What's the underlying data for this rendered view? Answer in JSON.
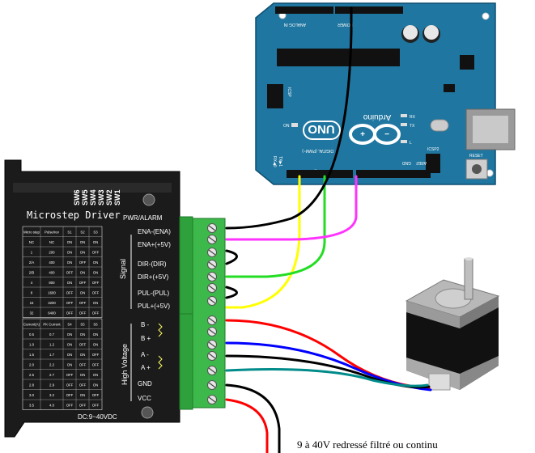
{
  "driver": {
    "title": "Microstep Driver",
    "switch_labels": [
      "SW6",
      "SW5",
      "SW4",
      "SW3",
      "SW2",
      "SW1"
    ],
    "pwr_alarm": "PWR/ALARM",
    "signal_label": "Signal",
    "high_voltage_label": "High Voltage",
    "voltage_range": "DC:9~40VDC",
    "terminals": [
      "ENA-(ENA)",
      "ENA+(+5V)",
      "DIR-(DIR)",
      "DIR+(+5V)",
      "PUL-(PUL)",
      "PUL+(+5V)",
      "B -",
      "B +",
      "A -",
      "A +",
      "GND",
      "VCC"
    ],
    "micro_table": {
      "headers": [
        "Micro step",
        "Pulse/rev",
        "S1",
        "S2",
        "S3"
      ],
      "rows": [
        [
          "NC",
          "NC",
          "ON",
          "ON",
          "ON"
        ],
        [
          "1",
          "200",
          "ON",
          "ON",
          "OFF"
        ],
        [
          "2/A",
          "400",
          "ON",
          "OFF",
          "ON"
        ],
        [
          "2/B",
          "400",
          "OFF",
          "ON",
          "ON"
        ],
        [
          "4",
          "800",
          "ON",
          "OFF",
          "OFF"
        ],
        [
          "8",
          "1600",
          "OFF",
          "ON",
          "OFF"
        ],
        [
          "16",
          "3200",
          "OFF",
          "OFF",
          "ON"
        ],
        [
          "32",
          "6400",
          "OFF",
          "OFF",
          "OFF"
        ]
      ]
    },
    "current_table": {
      "headers": [
        "Current(A)",
        "PK Current",
        "S4",
        "S5",
        "S6"
      ],
      "rows": [
        [
          "0.5",
          "0.7",
          "ON",
          "ON",
          "ON"
        ],
        [
          "1.0",
          "1.2",
          "ON",
          "OFF",
          "ON"
        ],
        [
          "1.5",
          "1.7",
          "ON",
          "ON",
          "OFF"
        ],
        [
          "2.0",
          "2.2",
          "ON",
          "OFF",
          "OFF"
        ],
        [
          "2.5",
          "2.7",
          "OFF",
          "ON",
          "ON"
        ],
        [
          "2.8",
          "2.9",
          "OFF",
          "OFF",
          "ON"
        ],
        [
          "3.0",
          "3.2",
          "OFF",
          "ON",
          "OFF"
        ],
        [
          "3.5",
          "4.0",
          "OFF",
          "OFF",
          "OFF"
        ]
      ]
    }
  },
  "arduino": {
    "brand": "Arduino",
    "model": "UNO",
    "digital_label": "DIGITAL (PWM~)",
    "analog_label": "ANALOG IN",
    "power_label": "POWER",
    "on_label": "ON",
    "reset_label": "RESET",
    "icsp_label": "ICSP",
    "icsp2_label": "ICSP2",
    "tx_label": "TX",
    "rx_label": "RX",
    "l_label": "L",
    "aref_label": "AREF",
    "gnd_label": "GND",
    "txd_label": "TX▶1",
    "rxd_label": "RX◀0"
  },
  "power_caption": "9 à 40V redressé filtré ou continu",
  "colors": {
    "board": "#1f76a0",
    "driver_body": "#1b1b1b",
    "terminal": "#3db84a",
    "wire_yellow": "#ffff00",
    "wire_green": "#22dd22",
    "wire_magenta": "#ff33ff",
    "wire_red": "#ff0000",
    "wire_blue": "#0000ff",
    "wire_teal": "#008b8b",
    "wire_black": "#000000"
  }
}
